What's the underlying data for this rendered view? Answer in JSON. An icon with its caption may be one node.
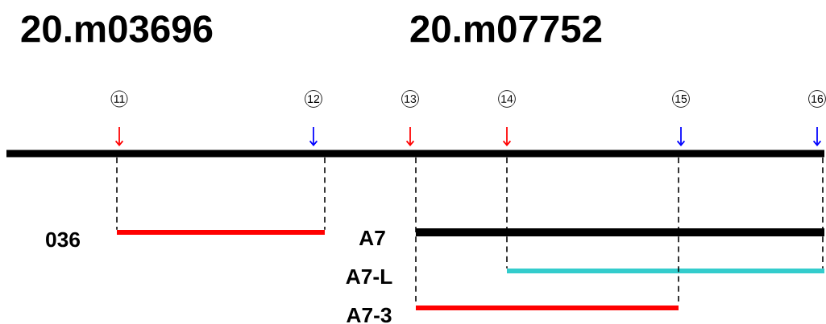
{
  "diagram": {
    "nodes": [
      {
        "text": [],
        "shape": "bar"
      },
      {
        "text": [],
        "shape": "bar",
        "beside": [
          "036"
        ]
      },
      {
        "text": [],
        "shape": "bar",
        "beside": [
          "A7"
        ]
      },
      {
        "text": [],
        "shape": "bar"
      },
      {
        "text": [],
        "shape": "bar",
        "beside": [
          "A7-3"
        ]
      }
    ],
    "edges": [
      {
        "from": 0,
        "to": 1,
        "arrow": "none",
        "style": "dashed"
      },
      {
        "from": 0,
        "to": 1,
        "arrow": "none",
        "style": "dashed"
      },
      {
        "from": 0,
        "to": 4,
        "arrow": "none",
        "style": "dashed"
      },
      {
        "from": 0,
        "to": 3,
        "arrow": "none",
        "style": "dashed"
      },
      {
        "from": 0,
        "to": 4,
        "arrow": "none",
        "style": "dashed"
      },
      {
        "from": 0,
        "to": 3,
        "arrow": "none",
        "style": "dashed"
      }
    ],
    "labels": [
      "20.m03696",
      "20.m07752",
      "11",
      "12",
      "13",
      "14",
      "15",
      "16",
      "A7-L"
    ]
  }
}
